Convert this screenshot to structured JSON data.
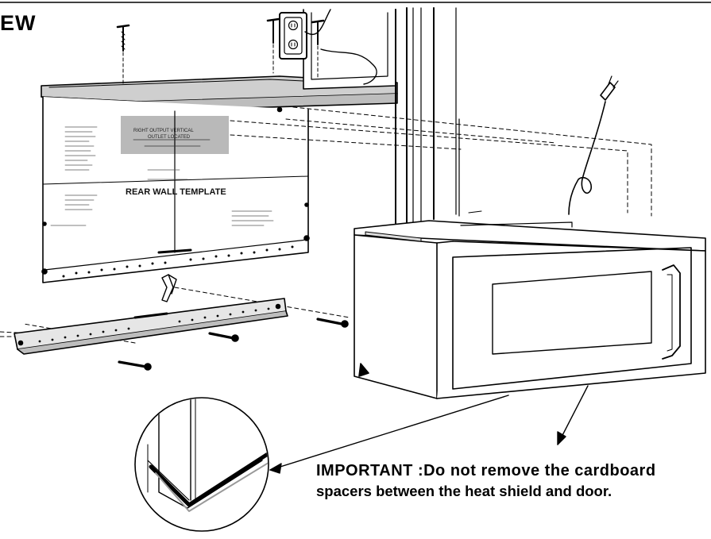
{
  "diagram": {
    "heading": "EW",
    "template_label": "REAR WALL TEMPLATE",
    "label_box_text": [
      "RIGHT OUTPUT VERTICAL",
      "OUTLET LOCATED"
    ],
    "note": {
      "line1": "IMPORTANT :Do not remove the cardboard",
      "line2": "spacers between the heat shield and door."
    }
  }
}
